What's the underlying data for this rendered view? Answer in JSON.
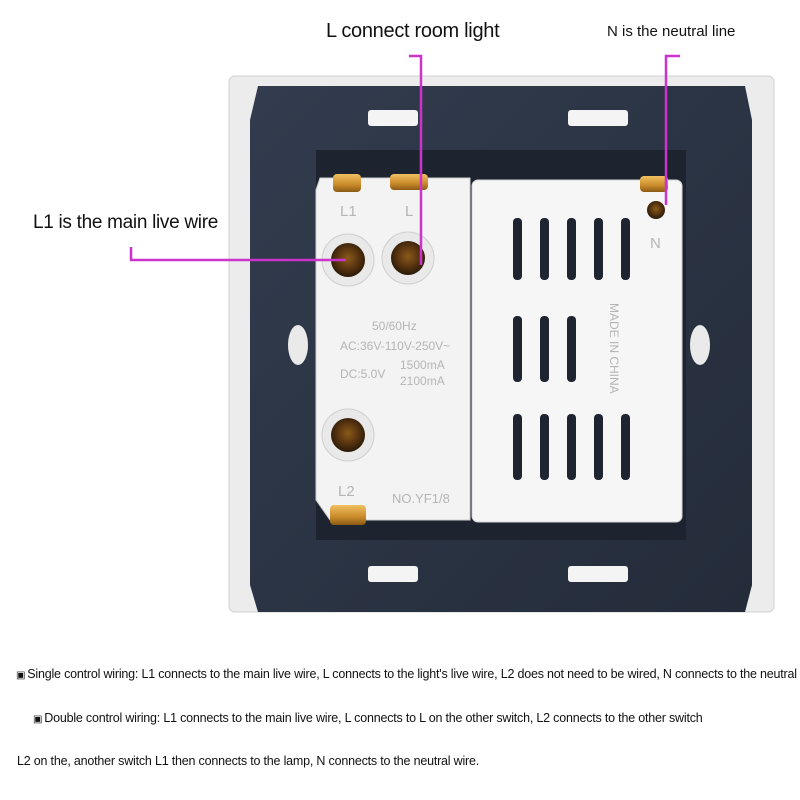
{
  "labels": {
    "l_connect": "L connect room light",
    "n_neutral": "N is the neutral line",
    "l1_main": "L1 is the main live wire"
  },
  "switch_markings": {
    "terminal_l1": "L1",
    "terminal_l": "L",
    "terminal_n": "N",
    "terminal_l2": "L2",
    "frequency": "50/60Hz",
    "ac_rating": "AC:36V-110V-250V~",
    "dc_rating": "DC:5.0V",
    "current_1": "1500mA",
    "current_2": "2100mA",
    "made_in": "MADE IN CHINA",
    "model": "NO.YF1/8"
  },
  "notes": {
    "single_mark": "▣",
    "single": "Single control wiring: L1 connects to the main live wire, L connects to the light's live wire, L2 does not need to be wired, N connects to the neutral wire.",
    "double_mark": "▣",
    "double_line1": "Double control wiring: L1 connects to the main live wire, L connects to L on the other switch, L2 connects to the other switch",
    "double_line2": "L2 on the, another switch L1 then connects to the lamp, N connects to the neutral wire."
  },
  "colors": {
    "callout_line": "#cc33cc",
    "frame": "#2b3444",
    "module": "#f2f2f2",
    "brass": "#c98a2a"
  }
}
